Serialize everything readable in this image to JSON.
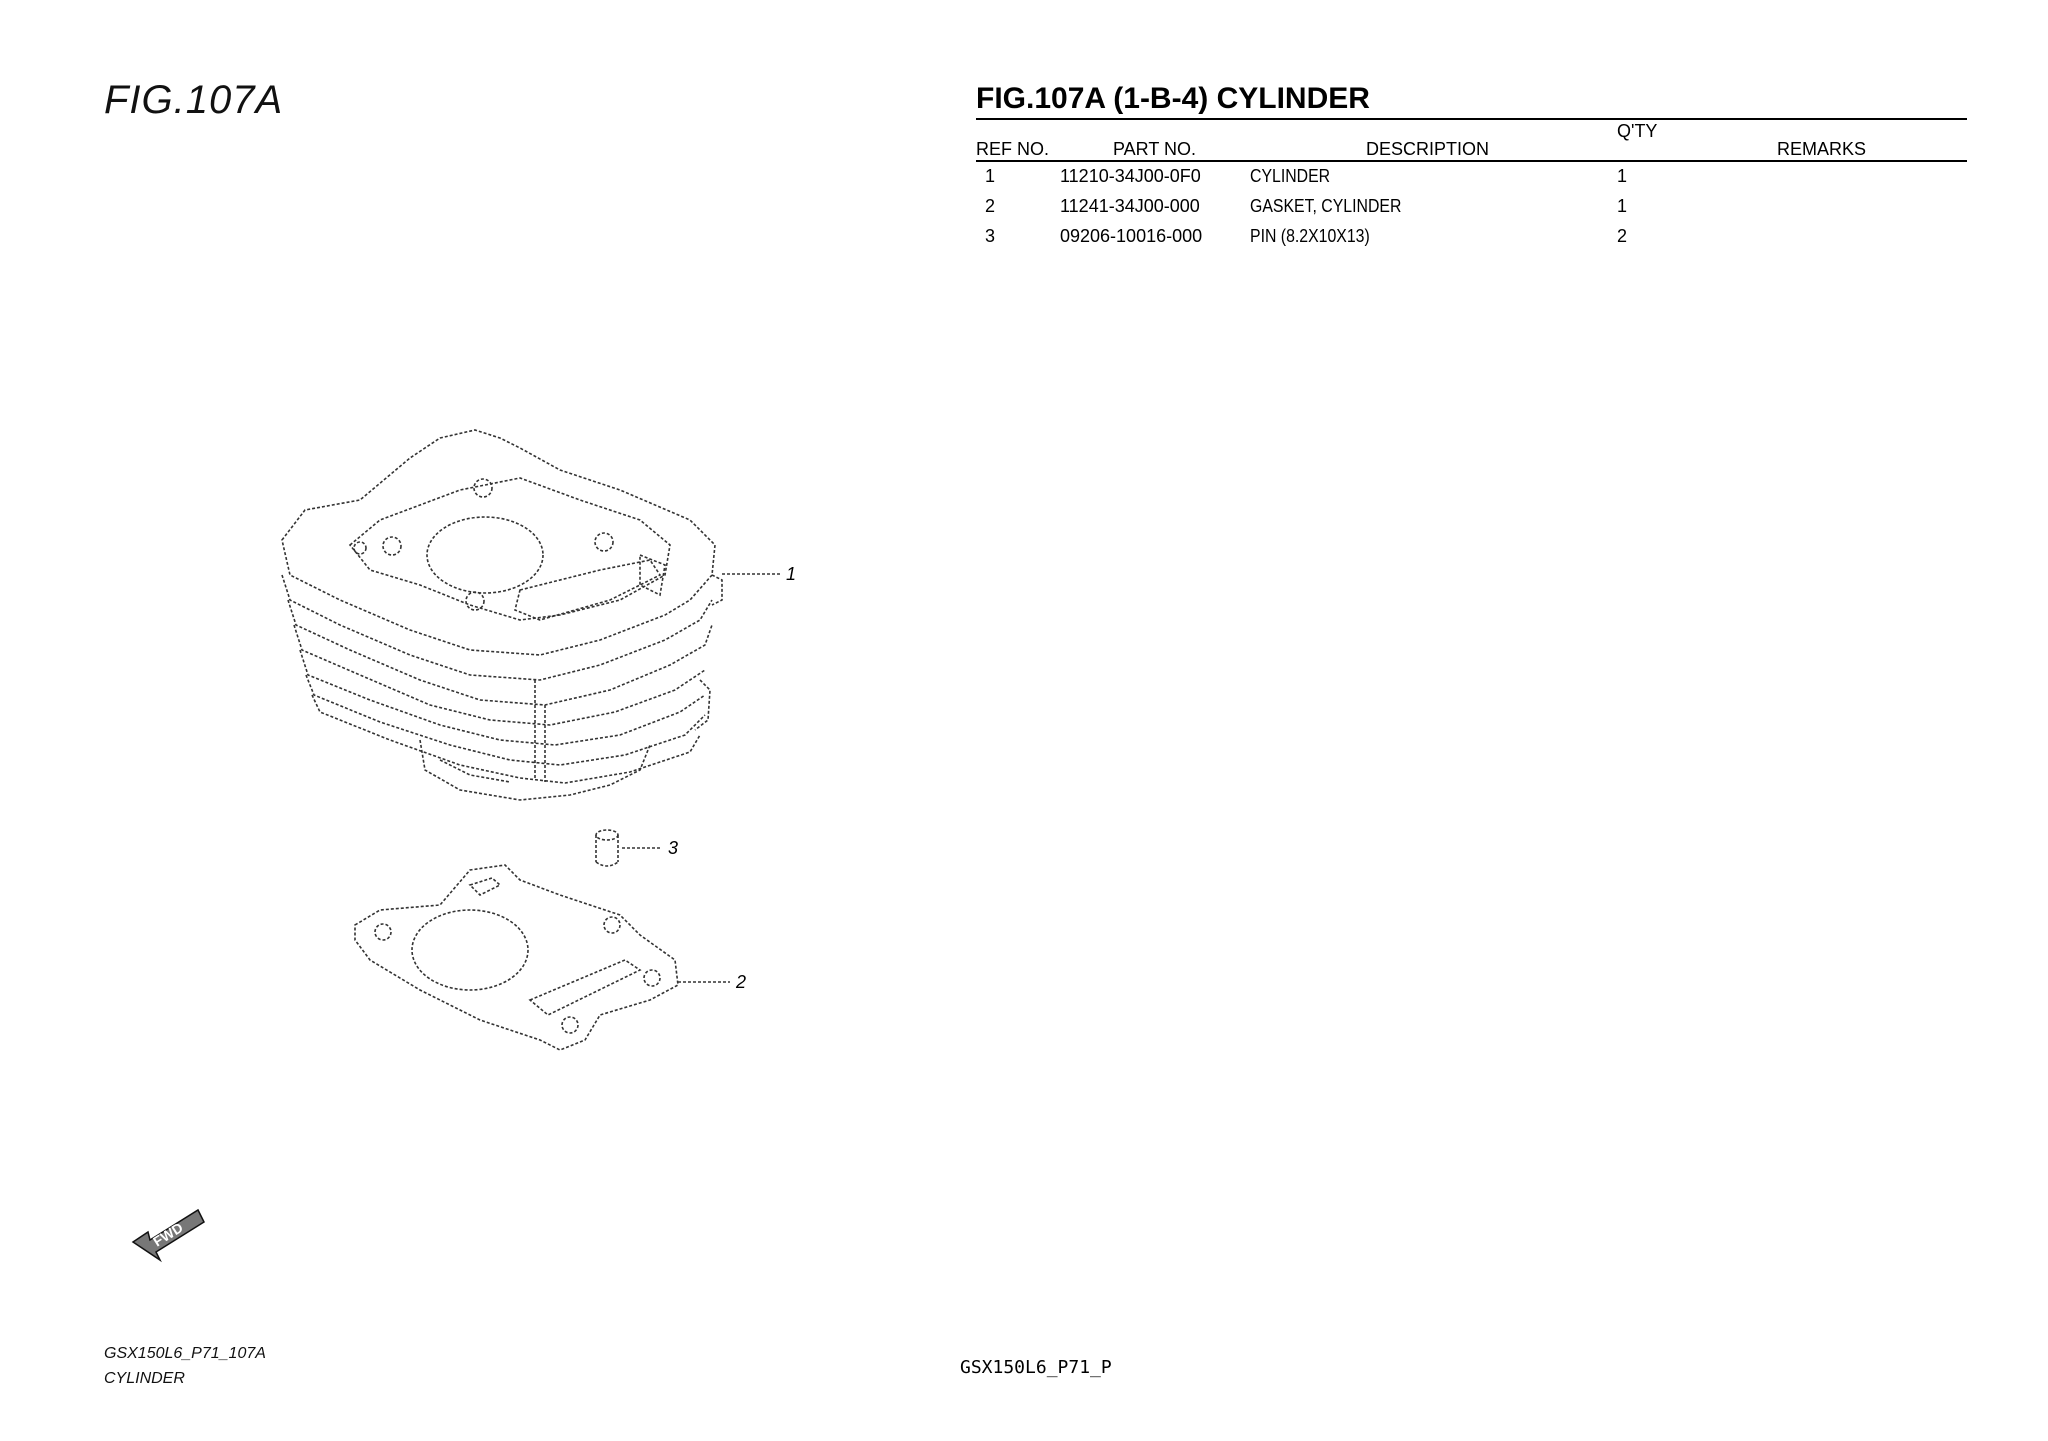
{
  "figure_label": "FIG.107A",
  "title": "FIG.107A (1-B-4) CYLINDER",
  "table": {
    "headers": {
      "ref": "REF NO.",
      "part": "PART NO.",
      "desc": "DESCRIPTION",
      "qty": "Q'TY",
      "remarks": "REMARKS"
    },
    "rows": [
      {
        "ref": "1",
        "part": "11210-34J00-0F0",
        "desc": "CYLINDER",
        "qty": "1",
        "remarks": ""
      },
      {
        "ref": "2",
        "part": "11241-34J00-000",
        "desc": "GASKET, CYLINDER",
        "qty": "1",
        "remarks": ""
      },
      {
        "ref": "3",
        "part": "09206-10016-000",
        "desc": "PIN (8.2X10X13)",
        "qty": "2",
        "remarks": ""
      }
    ]
  },
  "callouts": {
    "c1": "1",
    "c2": "2",
    "c3": "3"
  },
  "fwd_label": "FWD",
  "footer": {
    "model_ref": "GSX150L6_P71_107A",
    "name": "CYLINDER",
    "page_code": "GSX150L6_P71_P"
  }
}
